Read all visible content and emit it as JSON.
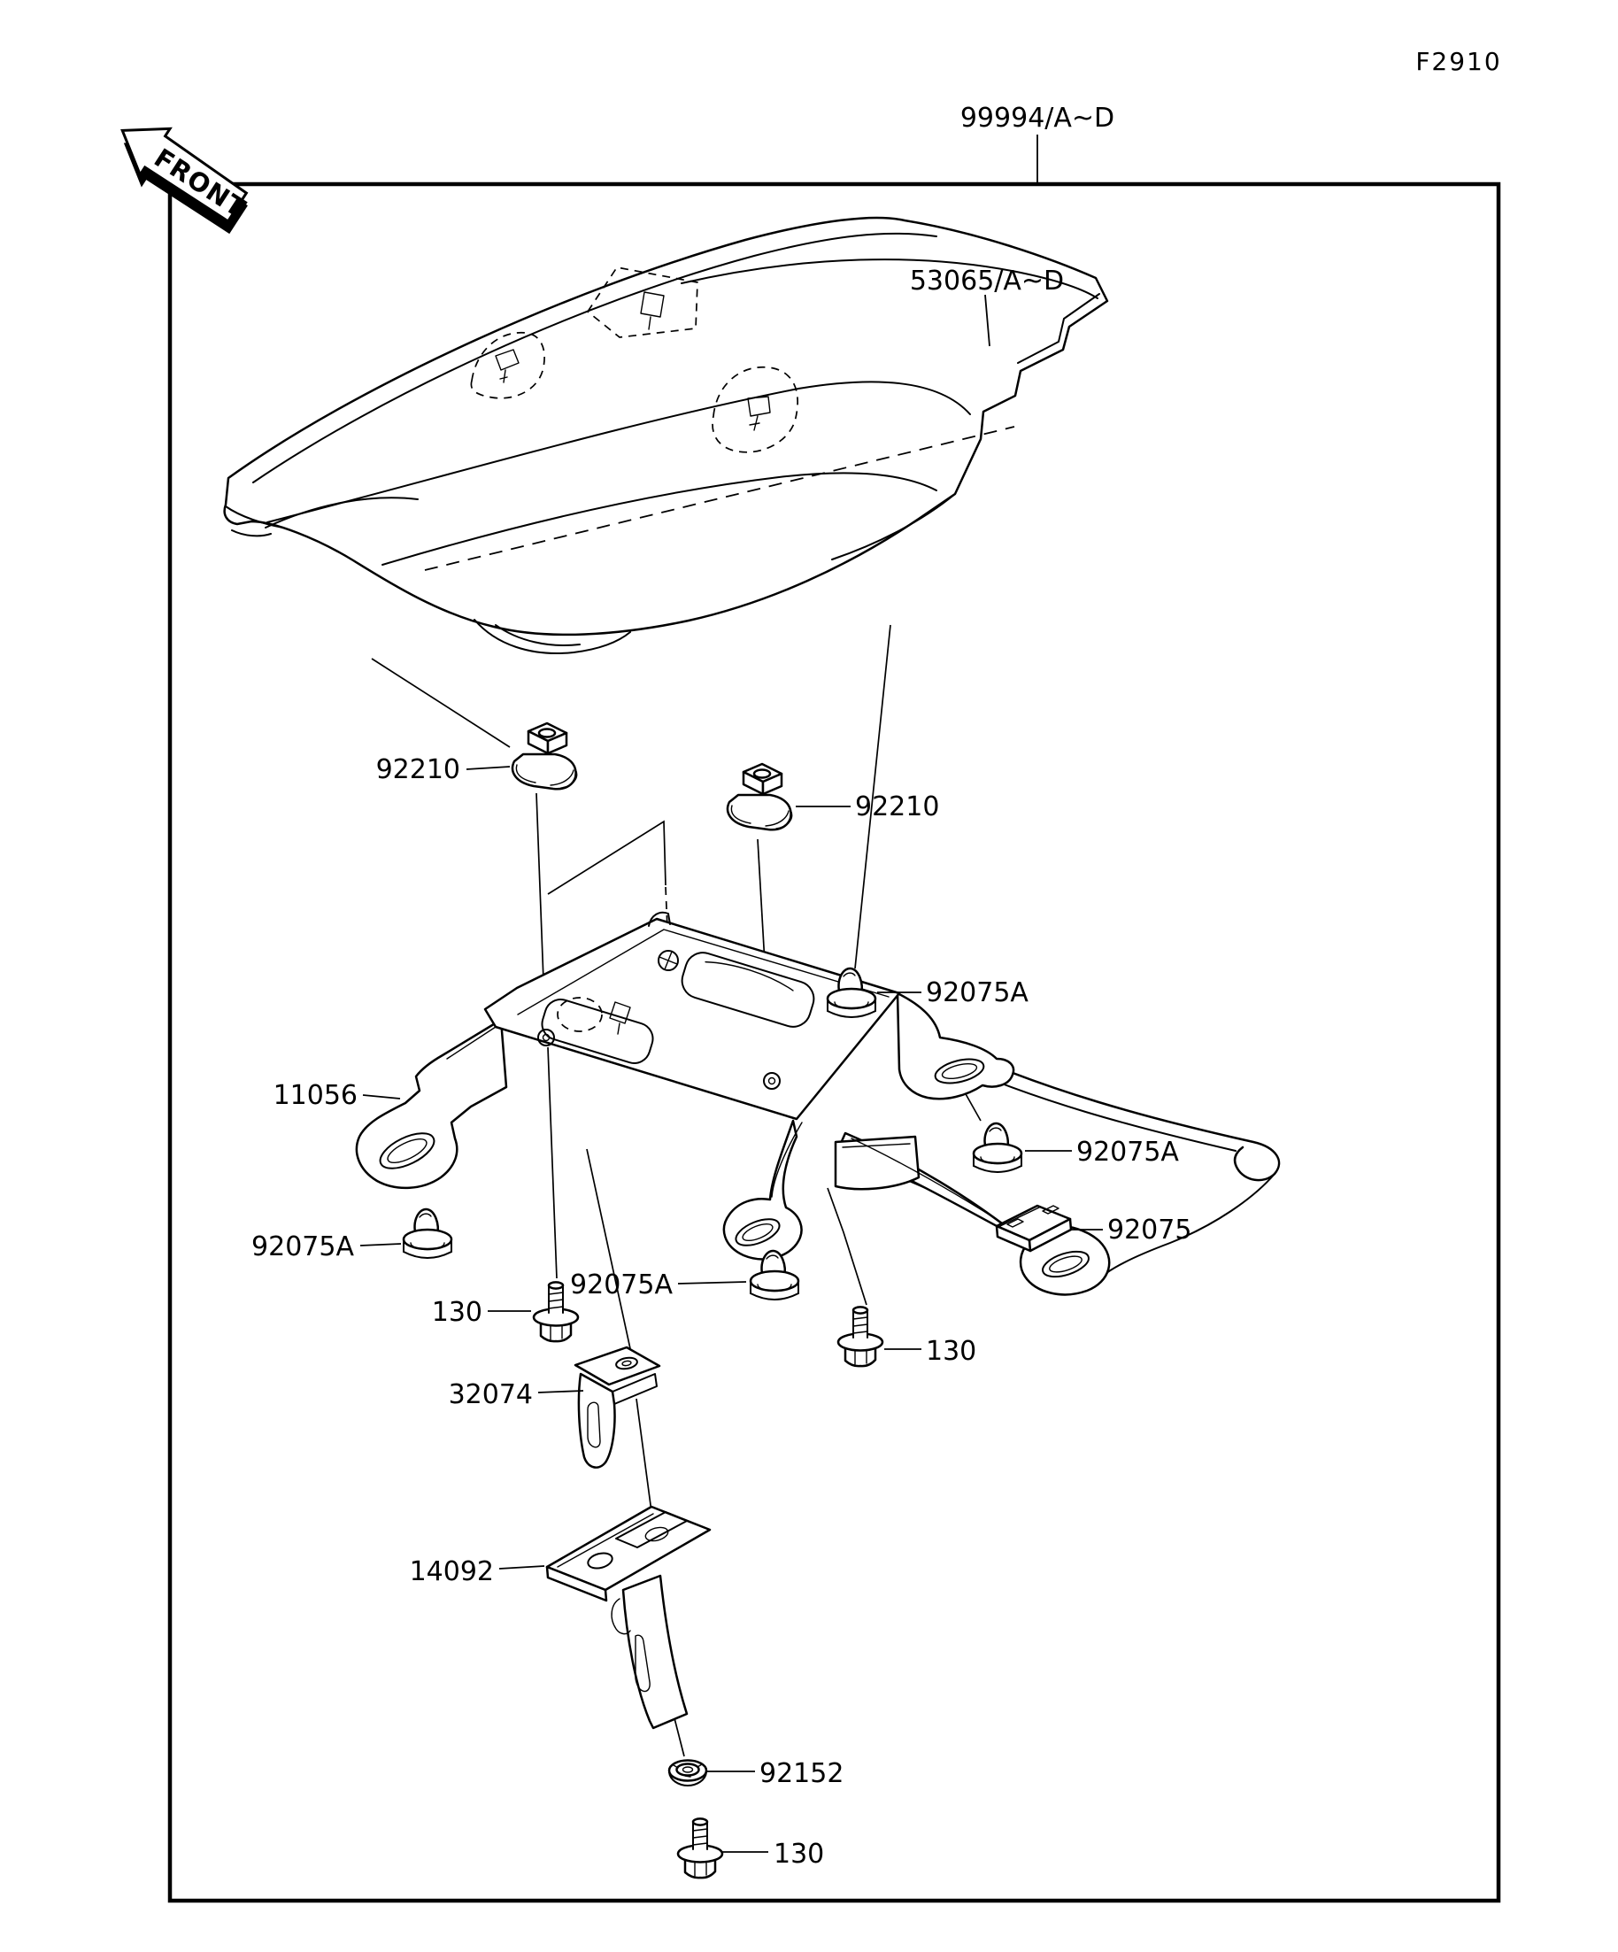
{
  "figure": {
    "code": "F2910",
    "front_marker": "FRONT"
  },
  "callouts": {
    "kit": "99994/A~D",
    "seat_cover": "53065/A~D",
    "clip_nut": "92210",
    "bracket": "11056",
    "damper": "92075A",
    "damper_pad": "92075",
    "bolt": "130",
    "strap_bracket": "32074",
    "holder_bracket": "14092",
    "nut": "92152"
  }
}
